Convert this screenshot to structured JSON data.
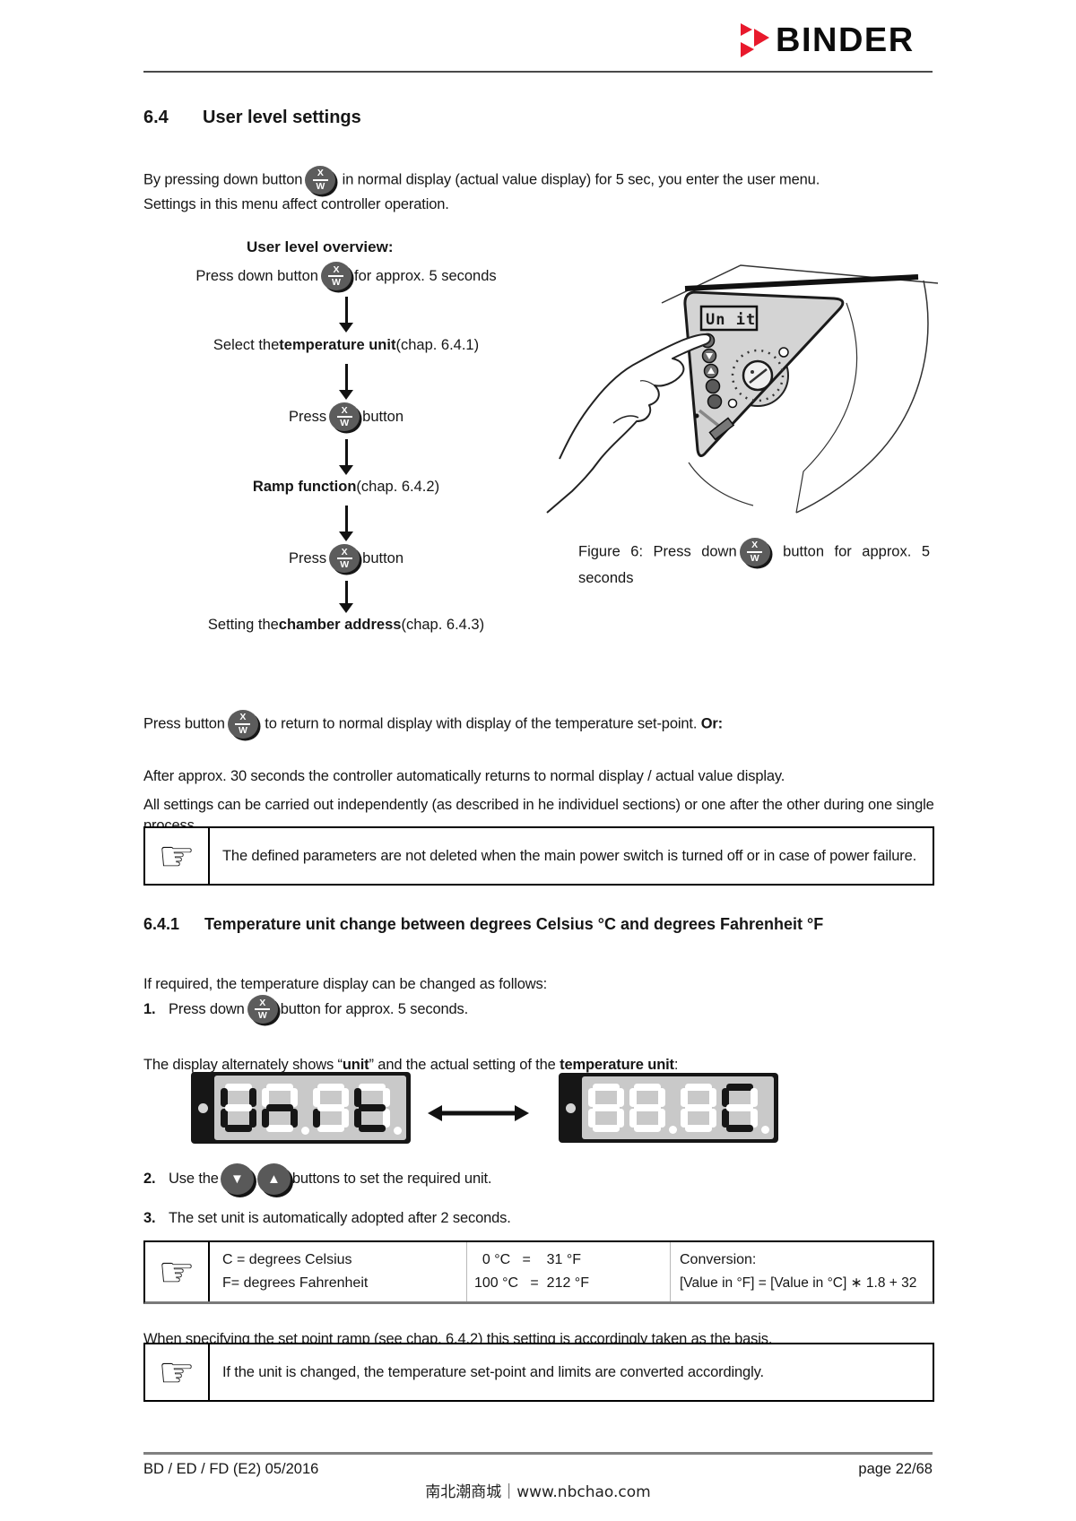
{
  "brand": {
    "name": "BINDER",
    "accent_red": "#e8192c"
  },
  "icons": {
    "xw_top": "X",
    "xw_bottom": "W",
    "down": "▼",
    "up": "▲",
    "note_hand": "☞"
  },
  "heading_64": {
    "number": "6.4",
    "title": "User level settings"
  },
  "intro": {
    "line1_pre": "By pressing down button",
    "line1_post": " in normal display (actual value display) for 5 sec, you enter the user menu.",
    "line2": "Settings in this menu affect controller operation."
  },
  "overview": {
    "title": "User level overview:"
  },
  "flow": {
    "step1_pre": "Press down button",
    "step1_post": " for approx. 5 seconds",
    "step2_pre": "Select the ",
    "step2_bold": "temperature unit",
    "step2_post": " (chap. 6.4.1)",
    "press": "Press",
    "button": " button",
    "step3_bold": "Ramp function",
    "step3_post": " (chap. 6.4.2)",
    "step4_pre": "Setting the ",
    "step4_bold": "chamber address",
    "step4_post": " (chap. 6.4.3)"
  },
  "figure": {
    "display_text": "Un it",
    "caption_pre": "Figure 6: Press down",
    "caption_post": " button for approx. 5 seconds"
  },
  "paragraphs": {
    "return_pre": "Press button",
    "return_post": " to return to normal display with display of the temperature set-point. ",
    "return_bold": "Or:",
    "auto_return": "After approx. 30 seconds the controller automatically returns to normal display / actual value display.",
    "all_settings": "All settings can be carried out independently (as described in he individuel sections) or one after the other during one single process.",
    "ramp_basis": "When specifying the set point ramp (see chap. 6.4.2) this setting is accordingly taken as the basis."
  },
  "notes": {
    "note1": "The defined parameters are not deleted when the main power switch is turned off or in case of power failure.",
    "note3": "If the unit is changed, the temperature set-point and limits are converted accordingly."
  },
  "heading_641": {
    "number": "6.4.1",
    "title": "Temperature unit change between degrees Celsius °C and degrees Fahrenheit °F"
  },
  "steps": {
    "intro": "If required, the temperature display can be changed as follows:",
    "s1_num": "1.",
    "s1_pre": "Press down",
    "s1_post": " button for approx. 5 seconds.",
    "display_pre": "The display alternately shows “",
    "display_bold1": "unit",
    "display_mid": "” and the actual setting of the ",
    "display_bold2": "temperature unit",
    "display_end": ":",
    "s2_num": "2.",
    "s2_pre": "Use the ",
    "s2_post": " buttons to set the required unit.",
    "s3_num": "3.",
    "s3_text": "The set unit is automatically adopted after 2 seconds."
  },
  "conversion": {
    "c_label": "C = degrees Celsius",
    "f_label": "F= degrees Fahrenheit",
    "eq1": "  0 °C   =    31 °F",
    "eq2": "100 °C   =  212 °F",
    "conv_title": "Conversion:",
    "conv_formula": "[Value in °F] = [Value in °C] ∗ 1.8 + 32"
  },
  "display_left": {
    "digits": [
      {
        "ch": "U"
      },
      {
        "ch": "n",
        "dp": true
      },
      {
        "ch": "i"
      },
      {
        "ch": "t",
        "dp": true
      }
    ]
  },
  "display_right": {
    "digits": [
      {
        "ch": "8",
        "ghost": true
      },
      {
        "ch": "8",
        "ghost": true,
        "dp": true
      },
      {
        "ch": "8",
        "ghost": true
      },
      {
        "ch": "C",
        "dp": true
      }
    ]
  },
  "seg_colors": {
    "on": "#161616",
    "off": "#ffffff",
    "screen": "#c9c9c9"
  },
  "footer": {
    "left": "BD / ED / FD (E2) 05/2016",
    "right": "page 22/68",
    "center": "南北潮商城｜www.nbchao.com"
  }
}
